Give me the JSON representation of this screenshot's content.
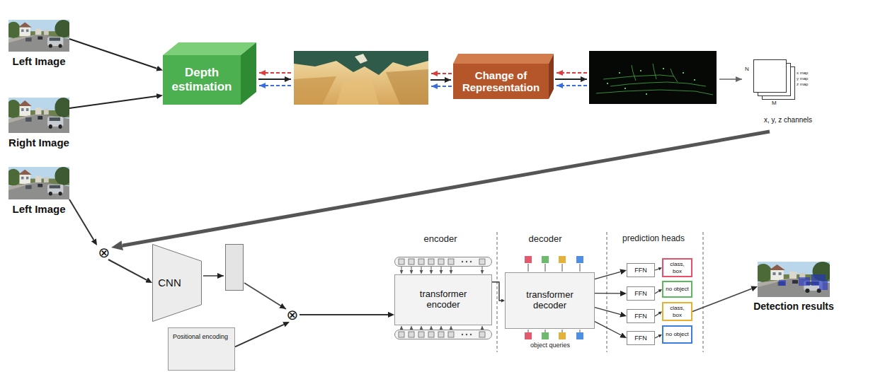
{
  "diagram": {
    "nodes": [
      {
        "text": [
          "Left Image"
        ]
      },
      {
        "text": [
          "Right Image"
        ]
      },
      {
        "text": [
          "Depth estimation"
        ]
      },
      {
        "text": [
          "Change of Representation"
        ]
      },
      {
        "text": [
          "x, y, z channels"
        ]
      },
      {
        "text": [
          "Left Image"
        ]
      },
      {
        "text": [
          "⊗"
        ]
      },
      {
        "text": [
          "CNN"
        ]
      },
      {
        "text": [
          "Positional encoding"
        ]
      },
      {
        "text": [
          "⊗"
        ]
      },
      {
        "text": [
          "transformer encoder"
        ]
      },
      {
        "text": [
          "transformer decoder"
        ]
      },
      {
        "text": [
          "FFN"
        ]
      },
      {
        "text": [
          "FFN"
        ]
      },
      {
        "text": [
          "FFN"
        ]
      },
      {
        "text": [
          "FFN"
        ]
      },
      {
        "text": [
          "class, box"
        ]
      },
      {
        "text": [
          "no object"
        ]
      },
      {
        "text": [
          "class, box"
        ]
      },
      {
        "text": [
          "no object"
        ]
      },
      {
        "text": [
          "Detection results"
        ]
      }
    ],
    "edges": [
      {
        "from": 0,
        "to": 2,
        "arrow": "to"
      },
      {
        "from": 1,
        "to": 2,
        "arrow": "to"
      },
      {
        "from": 4,
        "to": 6,
        "arrow": "to"
      },
      {
        "from": 5,
        "to": 6,
        "arrow": "to"
      },
      {
        "from": 6,
        "to": 7,
        "arrow": "to"
      },
      {
        "from": 8,
        "to": 9,
        "arrow": "to"
      },
      {
        "from": 9,
        "to": 10,
        "arrow": "to"
      },
      {
        "from": 10,
        "to": 11,
        "arrow": "to"
      },
      {
        "from": 11,
        "to": 12,
        "arrow": "to"
      },
      {
        "from": 11,
        "to": 13,
        "arrow": "to"
      },
      {
        "from": 11,
        "to": 14,
        "arrow": "to"
      },
      {
        "from": 11,
        "to": 15,
        "arrow": "to"
      },
      {
        "from": 12,
        "to": 16,
        "arrow": "to"
      },
      {
        "from": 13,
        "to": 17,
        "arrow": "to"
      },
      {
        "from": 14,
        "to": 18,
        "arrow": "to"
      },
      {
        "from": 15,
        "to": 19,
        "arrow": "to"
      },
      {
        "from": 18,
        "to": 20,
        "arrow": "to"
      }
    ],
    "labels": [
      "N",
      "M",
      "x map",
      "y map",
      "z map",
      "encoder",
      "decoder",
      "prediction heads",
      "object queries"
    ]
  }
}
